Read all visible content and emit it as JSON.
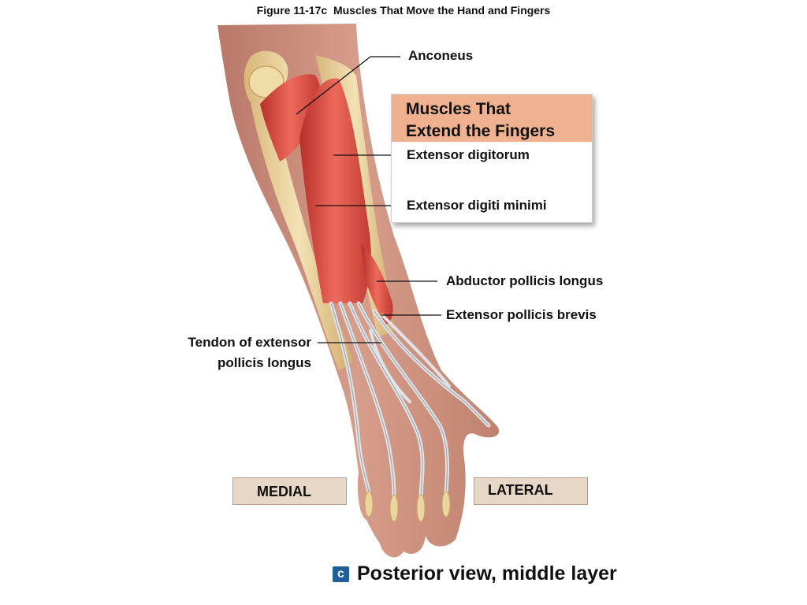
{
  "figure": {
    "title": "Figure 11-17c  Muscles That Move the Hand and Fingers"
  },
  "labels": {
    "anconeus": "Anconeus",
    "abductor_pollicis_longus": "Abductor pollicis longus",
    "extensor_pollicis_brevis": "Extensor pollicis brevis",
    "tendon_line1": "Tendon of extensor",
    "tendon_line2": "pollicis longus"
  },
  "extensor_box": {
    "title": "Muscles That\nExtend the Fingers",
    "items": [
      "Extensor digitorum",
      "Extensor digiti minimi"
    ]
  },
  "orientation": {
    "medial": "MEDIAL",
    "lateral": "LATERAL"
  },
  "view": {
    "badge": "c",
    "caption": "Posterior view, middle layer"
  },
  "colors": {
    "skin": "#c98f7c",
    "bone": "#e6cf95",
    "muscle": "#d9473f",
    "tendon": "#dfe2e6",
    "box_header": "#efb18f",
    "orientation_box": "#e7d7c6",
    "badge": "#1f5f9a"
  }
}
